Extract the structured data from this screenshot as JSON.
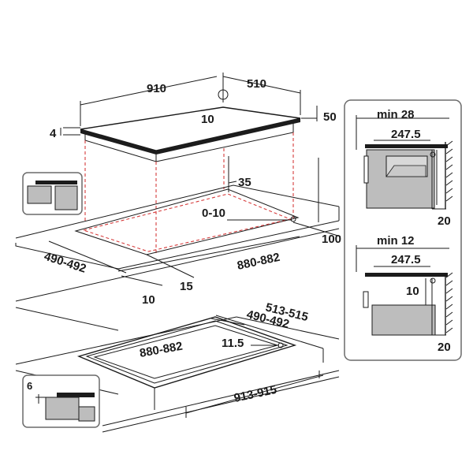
{
  "colors": {
    "line": "#1a1a1a",
    "cut_outline": "#d63b3b",
    "panel_border": "#6a6a6a",
    "cabinet_fill": "#bdbdbd",
    "hob_glass": "#1c1c1c"
  },
  "top_view": {
    "width": "910",
    "depth": "510",
    "thickness_front": "4",
    "thickness_back": "50",
    "glass_edge": "10",
    "cut_margin_back": "35",
    "adjust_range": "0-10",
    "worktop_clearance": "100",
    "cut_depth": "490-492",
    "cut_width": "880-882",
    "offset_front": "10",
    "offset_side": "15"
  },
  "flush_view": {
    "outer_depth": "513-515",
    "inner_depth": "490-492",
    "inner_width": "880-882",
    "rebate": "11.5",
    "outer_width": "913-915",
    "rebate_depth": "6"
  },
  "oven_panel": {
    "min_label": "min 28",
    "clearance": "247.5",
    "wall_gap": "20"
  },
  "drawer_panel": {
    "min_label": "min 12",
    "clearance": "247.5",
    "gap": "10",
    "wall_gap": "20"
  },
  "icons": [
    "cooktop-inset-icon",
    "flush-mount-icon",
    "cabinet-icon",
    "oven-icon",
    "drawer-icon",
    "wall-icon"
  ]
}
